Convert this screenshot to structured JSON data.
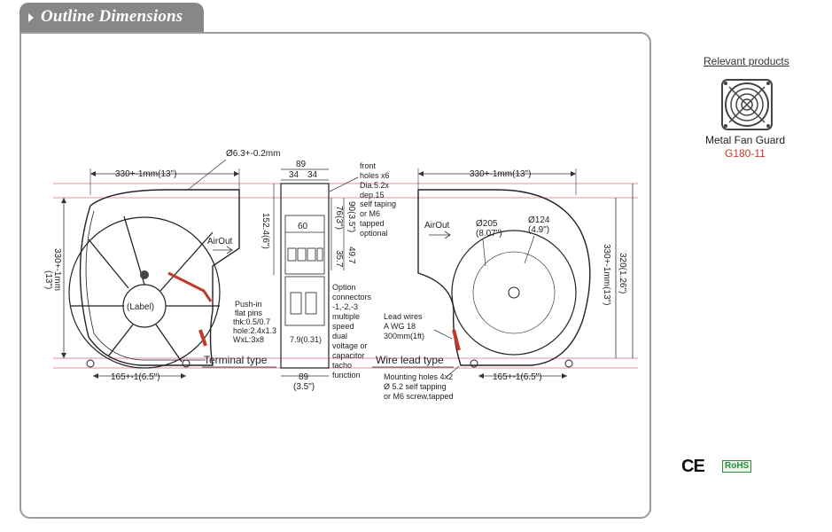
{
  "header": {
    "title": "Outline Dimensions"
  },
  "drawing": {
    "left_view": {
      "width_dim": "330+-1mm(13\")",
      "hole_dim": "Ø6.3+-0.2mm",
      "height_dim_line1": "330+-1mm",
      "height_dim_line2": "(13\")",
      "airout": "AirOut",
      "label": "(Label)",
      "bottom_dim": "165+-1(6.5\")",
      "type_label": "Terminal type",
      "push_in": [
        "Push-in",
        "flat pins",
        "thk:0.5/0.7",
        "hole:2.4x1.3",
        "WxL:3x8"
      ]
    },
    "side_view": {
      "top_width": "89",
      "sub_width_a": "34",
      "sub_width_b": "34",
      "height_total": "152.4(6\")",
      "inner_width": "60",
      "dim_76": "76(3\")",
      "dim_90": "90(3.5\")",
      "dim_49": "49.7",
      "dim_35": "35.7",
      "dim_79": "7.9(0.31)",
      "bottom_width": "89",
      "bottom_width_in": "(3.5\")",
      "front_holes": [
        "front",
        "holes x6",
        "Dia.5.2x",
        "dep.15",
        "self taping",
        "or M6",
        "tapped",
        "optional"
      ],
      "option_connectors": [
        "Option",
        "connectors",
        "-1,-2,-3",
        "multiple",
        "speed",
        "dual",
        "voltage or",
        "capacitor",
        "tacho",
        "function"
      ]
    },
    "right_view": {
      "width_dim": "330+-1mm(13\")",
      "airout": "AirOut",
      "dia_205": "Ø205",
      "dia_205_in": "(8.07\")",
      "dia_124": "Ø124",
      "dia_124_in": "(4.9\")",
      "height_a": "330+-1mm(13\")",
      "height_b": "320(1.26\")",
      "lead_wires": [
        "Lead wires",
        "A WG 18",
        "300mm(1ft)"
      ],
      "type_label": "Wire lead type",
      "bottom_dim": "165+-1(6.5\")",
      "mounting": [
        "Mounting holes 4x2",
        "Ø 5.2 self tapping",
        "or M6 screw,tapped"
      ]
    }
  },
  "sidebar": {
    "relevant_heading": "Relevant products",
    "product_name": "Metal Fan Guard",
    "product_code": "G180-11",
    "guard_icon": "fan-guard-icon"
  },
  "certifications": {
    "ce": "CE",
    "rohs": "RoHS"
  },
  "colors": {
    "tab_bg": "#878787",
    "dimension_red": "#e36a78",
    "code_red": "#c0392b",
    "rohs_green": "#2e8b3a"
  }
}
